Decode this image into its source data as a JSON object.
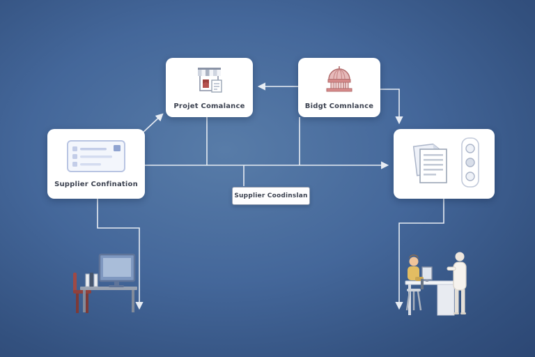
{
  "nodes": {
    "supplier": {
      "label": "Supplier Confination",
      "icon": "checklist-card-icon"
    },
    "project": {
      "label": "Projet Comalance",
      "icon": "storefront-icon"
    },
    "bids": {
      "label": "Bidgt Comnlance",
      "icon": "dome-building-icon"
    },
    "center": {
      "label": "Supplier Coodinslan"
    },
    "docs": {
      "icon": "documents-and-panel-icon"
    }
  },
  "illustrations": {
    "computer_desk": "computer-desk-illustration",
    "people_desk": "people-at-desk-illustration"
  },
  "colors": {
    "card_bg": "#ffffff",
    "label_text": "#3c4250",
    "connector": "#e8edf4",
    "accent_red": "#b5524e",
    "icon_blue": "#b8c4e2",
    "dome_pink": "#dc9a9a"
  }
}
